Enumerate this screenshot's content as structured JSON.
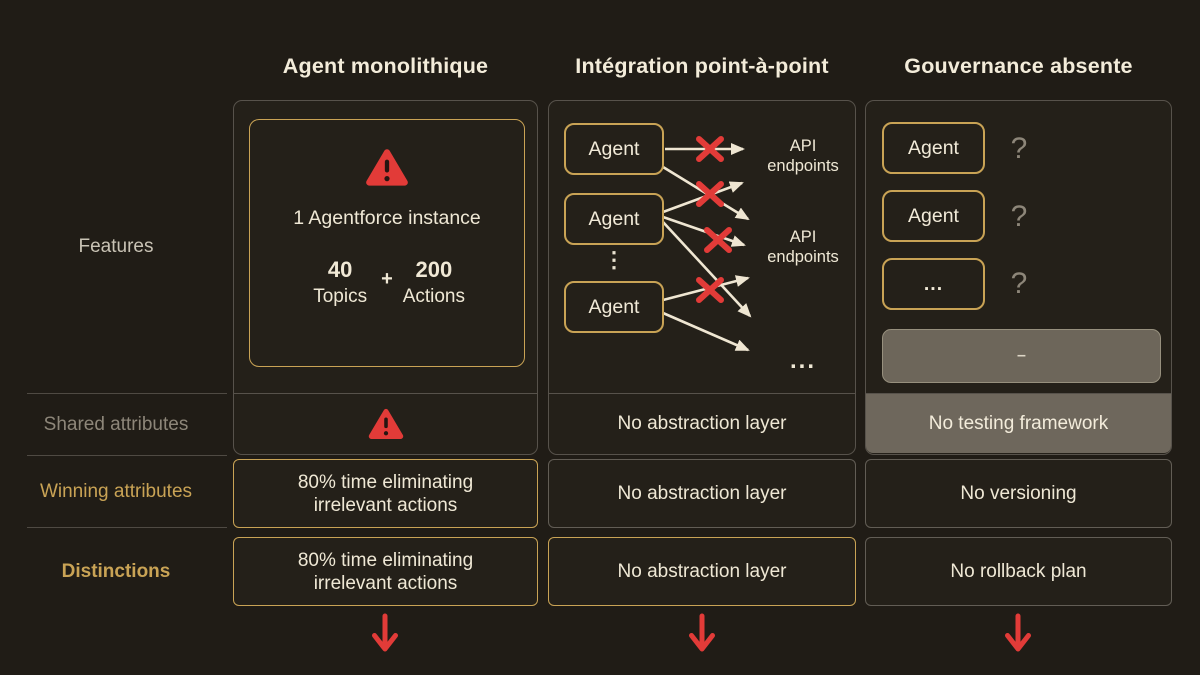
{
  "header": {
    "columns": [
      "Agent monolithique",
      "Intégration point-à-point",
      "Gouvernance absente"
    ]
  },
  "row_labels": {
    "features": "Features",
    "shared": "Shared attributes",
    "winning": "Winning attributes",
    "distinctions": "Distinctions"
  },
  "monolithic": {
    "instance": "1 Agentforce instance",
    "topics_value": "40",
    "topics_label": "Topics",
    "plus_sign": "+",
    "actions_value": "200",
    "actions_label": "Actions"
  },
  "point_to_point": {
    "agent_1": "Agent",
    "agent_2": "Agent",
    "agent_3": "Agent",
    "vertical_dots": "⋮",
    "api_endpoints_1": "API endpoints",
    "api_endpoints_2": "API endpoints",
    "more": "..."
  },
  "governance": {
    "agent_1": "Agent",
    "agent_2": "Agent",
    "more_box": "...",
    "question_1": "?",
    "question_2": "?",
    "question_3": "?",
    "empty_dash": "–"
  },
  "shared_row": {
    "point_to_point": "No abstraction layer",
    "governance": "No testing framework"
  },
  "winning_row": {
    "monolithic": "80% time eliminating irrelevant actions",
    "point_to_point": "No abstraction layer",
    "governance": "No versioning"
  },
  "distinctions_row": {
    "monolithic": "80% time eliminating irrelevant actions",
    "point_to_point": "No abstraction layer",
    "governance": "No rollback plan"
  },
  "colors": {
    "background": "#201c16",
    "gold_accent": "#c9a355",
    "cream_text": "#f1e9d6",
    "gray_text": "#8d8679",
    "gray_border": "#57524b",
    "alert_red": "#e23b38",
    "highlight_gray": "#6e675c"
  }
}
